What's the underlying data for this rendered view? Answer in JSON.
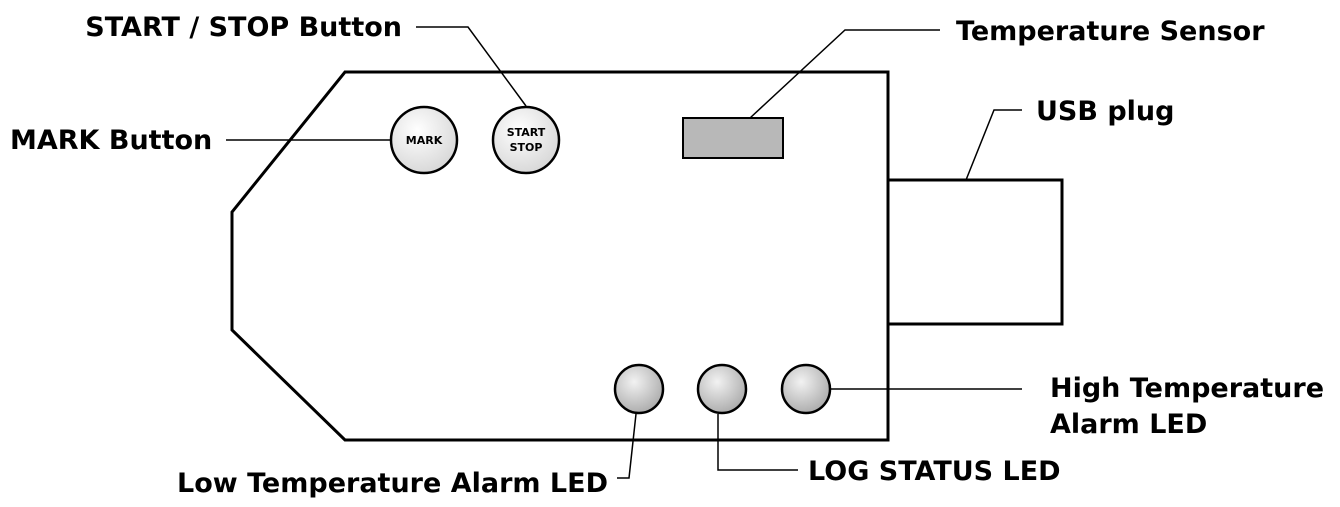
{
  "callouts": {
    "start_stop_button": "START / STOP  Button",
    "mark_button": "MARK Button",
    "temperature_sensor": "Temperature Sensor",
    "usb_plug": "USB plug",
    "high_temp_led_line1": "High Temperature",
    "high_temp_led_line2": "Alarm LED",
    "low_temp_led": "Low Temperature Alarm LED",
    "log_status_led": "LOG STATUS LED"
  },
  "buttons": {
    "mark_label": "MARK",
    "start_label": "START",
    "stop_label": "STOP"
  },
  "colors": {
    "outline": "#000000",
    "sensor_fill": "#b8b8b8",
    "led_fill": "#c8c8c8",
    "button_fill": "#e8e8e8"
  }
}
